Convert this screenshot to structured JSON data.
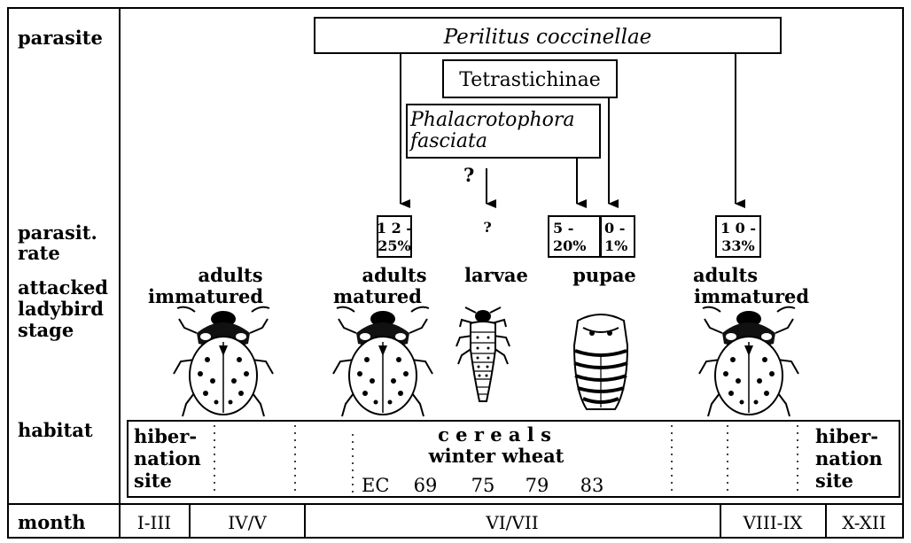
{
  "row_labels": {
    "parasite": "parasite",
    "parasit_rate": [
      "parasit.",
      "rate"
    ],
    "stage": [
      "attacked",
      "ladybird",
      "stage"
    ],
    "habitat": "habitat",
    "month": "month"
  },
  "parasites": {
    "perilitus": "Perilitus  coccinellae",
    "tetrastichinae": "Tetrastichinae",
    "phalacrotophora": [
      "Phalacrotophora",
      "fasciata"
    ],
    "question": "?"
  },
  "rates": {
    "r1": [
      "1 2 -",
      "25%"
    ],
    "r2": "?",
    "r3": [
      "5 -",
      "20%"
    ],
    "r4": [
      "0 -",
      "1%"
    ],
    "r5": [
      "1 0 -",
      "33%"
    ]
  },
  "stages": {
    "s1": [
      "adults",
      "immatured"
    ],
    "s2": [
      "adults",
      "matured"
    ],
    "s3": "larvae",
    "s4": "pupae",
    "s5": [
      "adults",
      "immatured"
    ]
  },
  "habitat": {
    "hib_left": [
      "hiber-",
      "nation",
      "site"
    ],
    "cereals": "c e r e a l s",
    "winter_wheat": "winter  wheat",
    "ec_label": "EC",
    "ec_values": [
      "69",
      "75",
      "79",
      "83"
    ],
    "hib_right": [
      "hiber-",
      "nation",
      "site"
    ]
  },
  "months": [
    "I-III",
    "IV/V",
    "VI/VII",
    "VIII-IX",
    "X-XII"
  ]
}
